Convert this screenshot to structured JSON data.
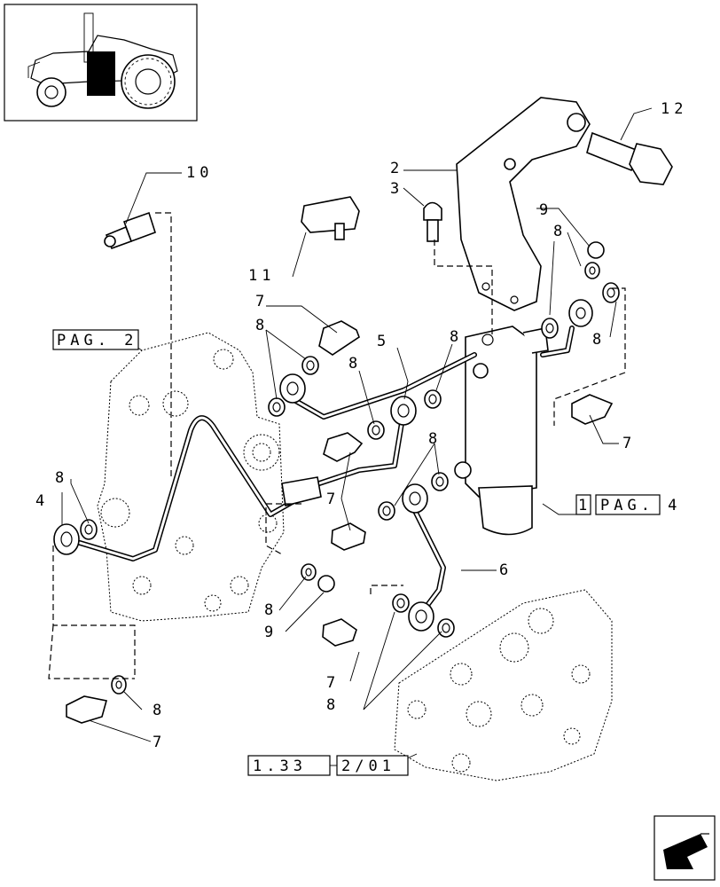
{
  "diagram": {
    "callouts": {
      "c1": "1",
      "c2": "2",
      "c3": "3",
      "c4": "4",
      "c5": "5",
      "c6": "6",
      "c7": "7",
      "c8": "8",
      "c9": "9",
      "c10": "10",
      "c11": "11",
      "c12": "12"
    },
    "refs": {
      "pag_2": "PAG. 2",
      "pag_4_prefix": "1",
      "pag_4": "PAG. 4",
      "ref_133_a": "1.33",
      "ref_133_b": "2/01"
    },
    "icons": {
      "thumbnail": "tractor-icon",
      "nav": "arrow-back-icon"
    }
  }
}
